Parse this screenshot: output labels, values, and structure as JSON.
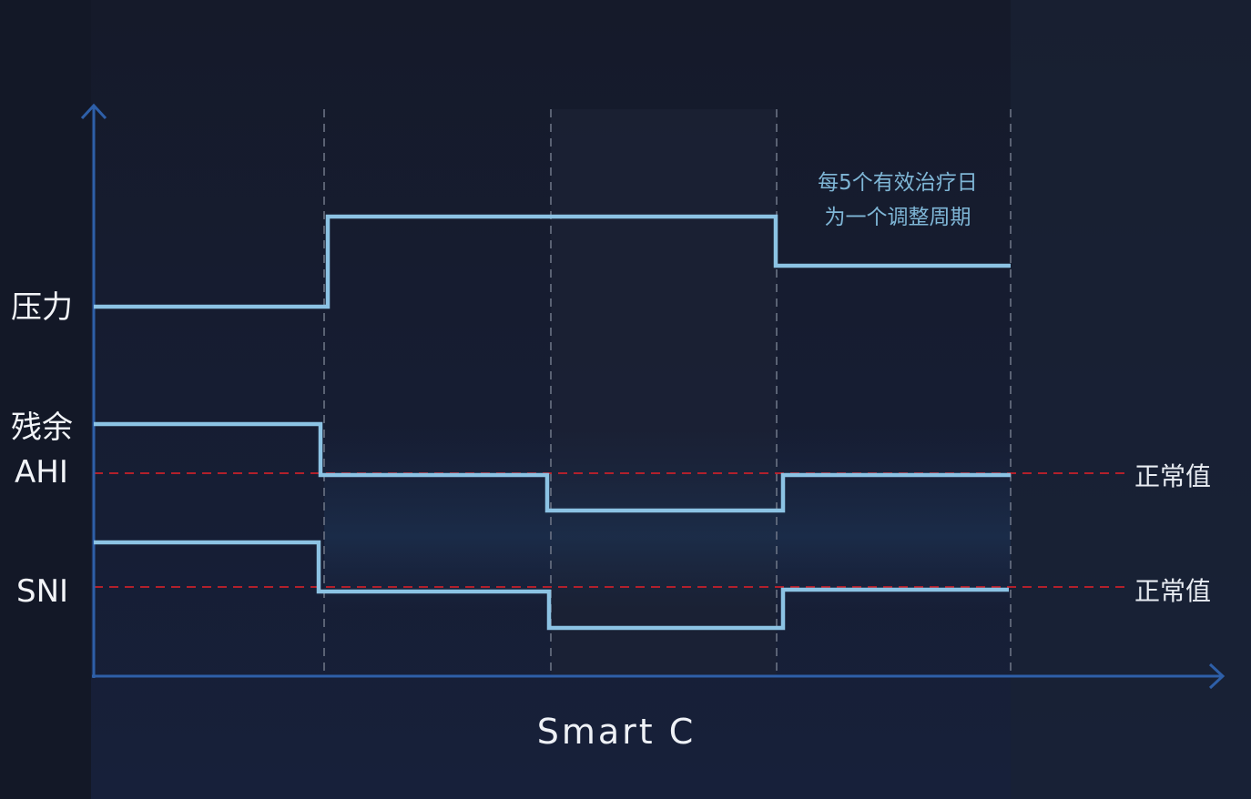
{
  "y_labels": {
    "pressure": "压力",
    "residual": "残余",
    "ahi": "AHI",
    "sni": "SNI"
  },
  "normal_labels": [
    "正常值",
    "正常值"
  ],
  "annotation": [
    "每5个有效治疗日",
    "为一个调整周期"
  ],
  "x_label": "Smart C",
  "colors": {
    "background": "#151b2c",
    "step_line": "#8cc3e4",
    "normal_line": "#c8202a",
    "axis": "#2e5fa8"
  }
}
